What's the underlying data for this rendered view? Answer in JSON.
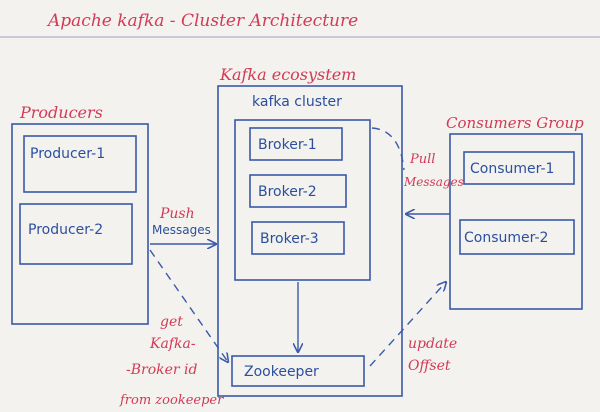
{
  "title": "Apache kafka - Cluster Architecture",
  "producers": {
    "label": "Producers",
    "items": [
      {
        "label": "Producer-1"
      },
      {
        "label": "Producer-2"
      }
    ]
  },
  "ecosystem": {
    "label": "Kafka ecosystem",
    "cluster": {
      "label": "kafka cluster",
      "brokers": [
        {
          "label": "Broker-1"
        },
        {
          "label": "Broker-2"
        },
        {
          "label": "Broker-3"
        }
      ]
    },
    "zookeeper": {
      "label": "Zookeeper"
    }
  },
  "consumers": {
    "label": "Consumers Group",
    "items": [
      {
        "label": "Consumer-1"
      },
      {
        "label": "Consumer-2"
      }
    ]
  },
  "arrows": {
    "push": [
      "Push",
      "Messages"
    ],
    "pull": [
      "Pull",
      "Messages"
    ],
    "get": [
      "get",
      "Kafka-",
      "-Broker id",
      "from zookeeper"
    ],
    "update": [
      "update",
      "Offset"
    ]
  },
  "colors": {
    "ink_red": "#d23a55",
    "ink_blue": "#2b4f9e",
    "paper": "#f3f2ee"
  }
}
